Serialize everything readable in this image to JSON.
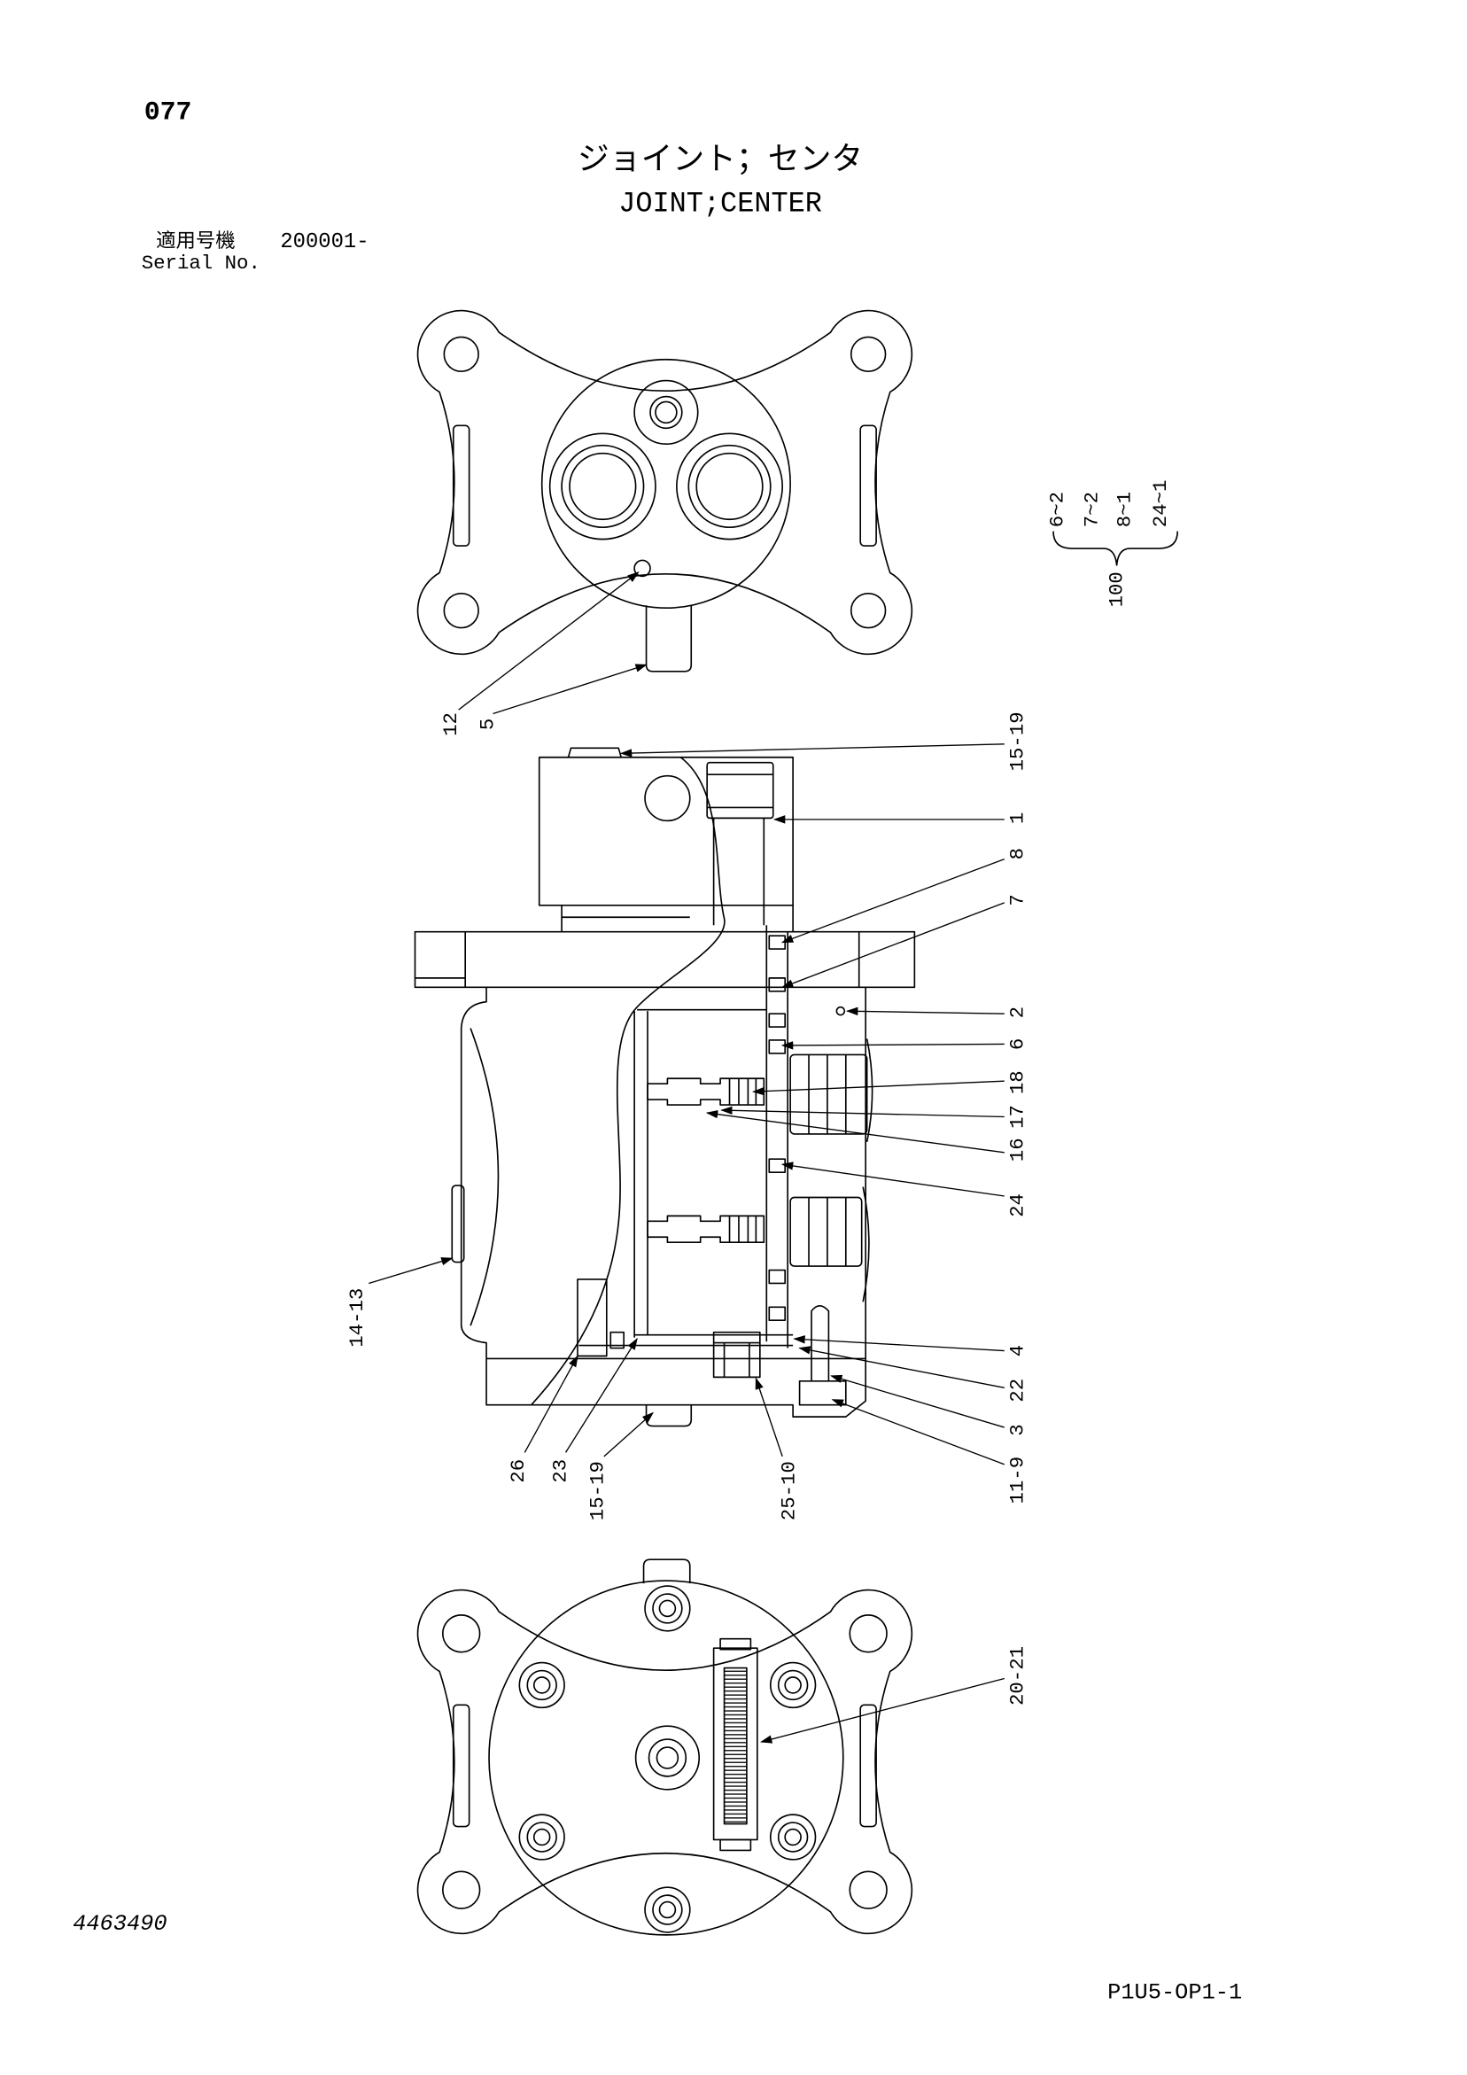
{
  "sheet": {
    "page_number": "077",
    "title_jp": "ジョイント；センタ",
    "title_en": "JOINT;CENTER",
    "applicable_label": "適用号機",
    "serial_start": "200001-",
    "serial_label": "Serial No.",
    "drawing_number": "4463490",
    "page_code": "P1U5-OP1-1"
  },
  "kit": {
    "parent": "100",
    "members": [
      "6~2",
      "7~2",
      "8~1",
      "24~1"
    ]
  },
  "callouts": {
    "top_view": [
      "12",
      "5"
    ],
    "side_right": [
      "15-19",
      "1",
      "8",
      "7",
      "2",
      "6",
      "18",
      "17",
      "16",
      "24",
      "4",
      "22",
      "3",
      "11-9"
    ],
    "side_left": [
      "14-13",
      "26",
      "23",
      "15-19",
      "25-10"
    ],
    "bottom_view": [
      "20-21"
    ]
  },
  "colors": {
    "ink": "#000000",
    "paper": "#ffffff"
  }
}
